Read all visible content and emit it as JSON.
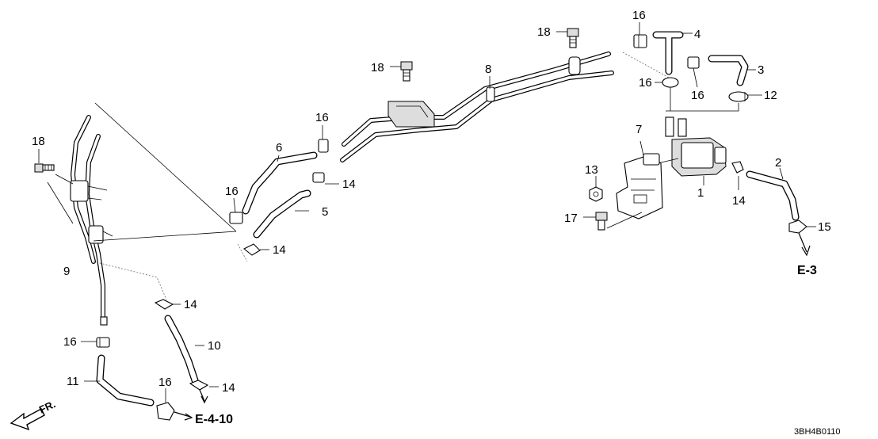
{
  "parts": {
    "p1": "1",
    "p2": "2",
    "p3": "3",
    "p4": "4",
    "p5": "5",
    "p6": "6",
    "p7": "7",
    "p8": "8",
    "p9": "9",
    "p10": "10",
    "p11": "11",
    "p12": "12",
    "p13": "13",
    "p14": "14",
    "p15": "15",
    "p16": "16",
    "p17": "17",
    "p18": "18"
  },
  "references": {
    "e3": "E-3",
    "e410": "E-4-10"
  },
  "direction_label": "FR.",
  "diagram_code": "3BH4B0110"
}
